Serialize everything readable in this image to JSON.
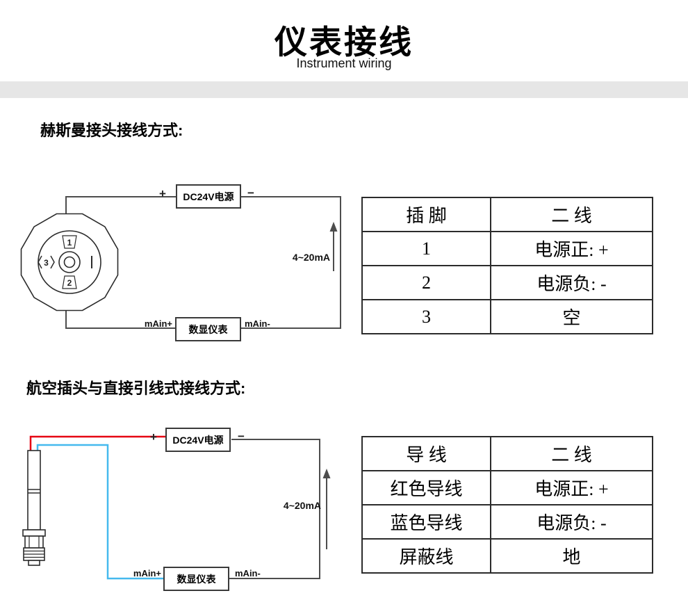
{
  "header": {
    "title": "仪表接线",
    "subtitle": "Instrument wiring"
  },
  "section1": {
    "heading": "赫斯曼接头接线方式:",
    "diagram": {
      "power_label": "DC24V电源",
      "meter_label": "数显仪表",
      "plus": "+",
      "minus": "−",
      "signal_plus": "mAin+",
      "signal_minus": "mAin-",
      "current": "4~20mA",
      "pin1": "1",
      "pin2": "2",
      "pin3": "3"
    },
    "table": {
      "col1_header": "插 脚",
      "col2_header": "二  线",
      "rows": [
        {
          "c1": "1",
          "c2": "电源正: +"
        },
        {
          "c1": "2",
          "c2": "电源负: -"
        },
        {
          "c1": "3",
          "c2": "空"
        }
      ]
    }
  },
  "section2": {
    "heading": "航空插头与直接引线式接线方式:",
    "diagram": {
      "power_label": "DC24V电源",
      "meter_label": "数显仪表",
      "plus": "+",
      "minus": "−",
      "signal_plus": "mAin+",
      "signal_minus": "mAin-",
      "current": "4~20mA"
    },
    "table": {
      "col1_header": "导 线",
      "col2_header": "二  线",
      "rows": [
        {
          "c1": "红色导线",
          "c2": "电源正: +"
        },
        {
          "c1": "蓝色导线",
          "c2": "电源负: -"
        },
        {
          "c1": "屏蔽线",
          "c2": "地"
        }
      ]
    }
  },
  "colors": {
    "red_wire": "#e60012",
    "blue_wire": "#45b9ee",
    "wire": "#4d4d4d",
    "band": "#e6e6e6"
  }
}
